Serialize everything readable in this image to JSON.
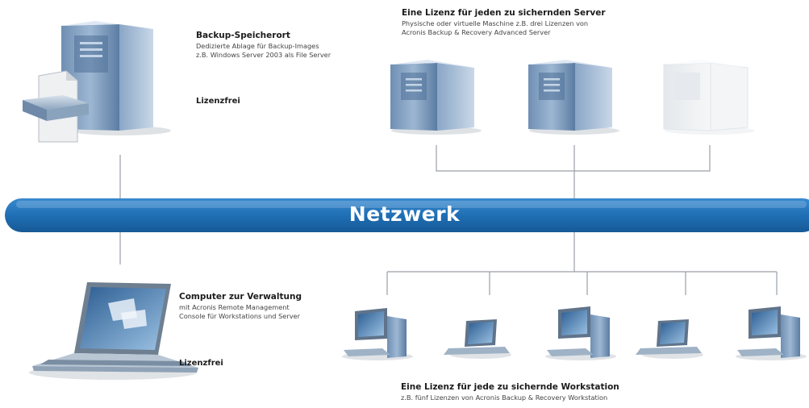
{
  "backup": {
    "title": "Backup-Speicherort",
    "line1": "Dedizierte Ablage für Backup-Images",
    "line2": "z.B. Windows Server 2003 als File Server",
    "license": "Lizenzfrei"
  },
  "servers": {
    "title": "Eine Lizenz für jeden zu sichernden Server",
    "line1": "Physische oder virtuelle Maschine z.B. drei Lizenzen von",
    "line2": "Acronis Backup & Recovery Advanced Server"
  },
  "network": {
    "label": "Netzwerk",
    "color": "#1f6fb5"
  },
  "admin": {
    "title": "Computer zur Verwaltung",
    "line1": "mit Acronis Remote Management",
    "line2": "Console für Workstations und Server",
    "license": "Lizenzfrei"
  },
  "workstations": {
    "title": "Eine Lizenz für jede zu sichernde Workstation",
    "line1": "z.B. fünf Lizenzen von Acronis Backup & Recovery Workstation"
  },
  "icons": [
    "server-icon",
    "backup-disk-icon",
    "laptop-icon",
    "workstation-icon",
    "ghost-server-icon"
  ]
}
